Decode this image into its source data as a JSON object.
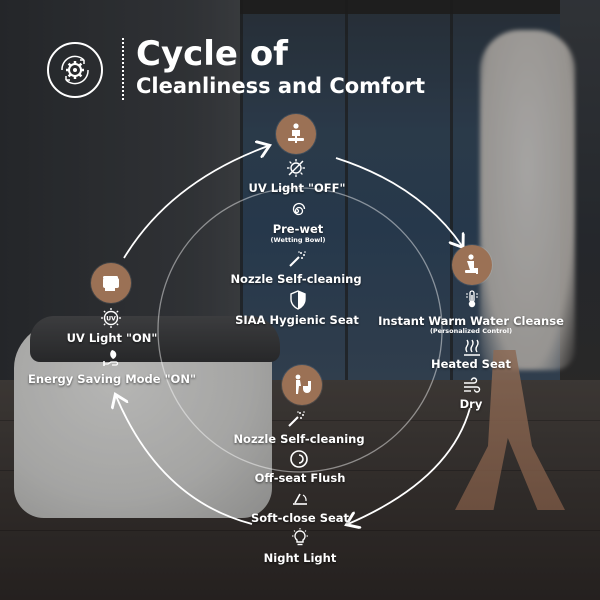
{
  "title": {
    "line1": "Cycle of",
    "line2": "Cleanliness and Comfort"
  },
  "colors": {
    "badge": "#9b7155",
    "text": "#ffffff",
    "arc": "#ffffff"
  },
  "stages": {
    "top": {
      "badge_icon": "person-sitting-icon",
      "items": [
        {
          "icon": "uv-off-icon",
          "label": "UV Light \"OFF\""
        },
        {
          "icon": "swirl-water-icon",
          "label": "Pre-wet",
          "sub": "(Wetting Bowl)"
        },
        {
          "icon": "nozzle-spray-icon",
          "label": "Nozzle Self-cleaning"
        },
        {
          "icon": "shield-icon",
          "label": "SIAA Hygienic Seat"
        }
      ]
    },
    "right": {
      "badge_icon": "person-seated-icon",
      "items": [
        {
          "icon": "thermometer-icon",
          "label": "Instant Warm Water Cleanse",
          "sub": "(Personalized Control)"
        },
        {
          "icon": "heat-waves-icon",
          "label": "Heated Seat"
        },
        {
          "icon": "wind-icon",
          "label": "Dry"
        }
      ]
    },
    "bottom": {
      "badge_icon": "person-leaving-icon",
      "items": [
        {
          "icon": "nozzle-spray-icon",
          "label": "Nozzle Self-cleaning"
        },
        {
          "icon": "flush-swirl-icon",
          "label": "Off-seat Flush"
        },
        {
          "icon": "lid-close-icon",
          "label": "Soft-close Seat"
        },
        {
          "icon": "lightbulb-icon",
          "label": "Night Light"
        }
      ]
    },
    "left": {
      "badge_icon": "toilet-closed-icon",
      "items": [
        {
          "icon": "uv-on-icon",
          "label": "UV Light \"ON\""
        },
        {
          "icon": "hand-leaf-icon",
          "label": "Energy Saving Mode \"ON\""
        }
      ]
    }
  },
  "uv_badge_text": "UV"
}
